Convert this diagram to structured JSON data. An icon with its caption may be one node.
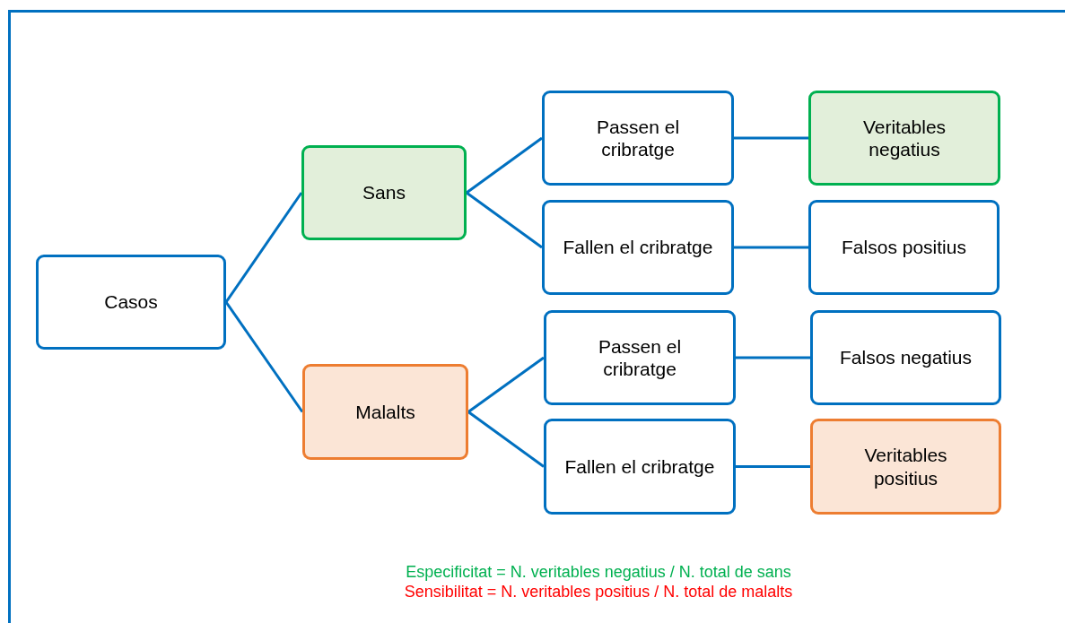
{
  "diagram": {
    "nodes": [
      {
        "text": [
          "Casos"
        ]
      },
      {
        "text": [
          "Sans"
        ]
      },
      {
        "text": [
          "Malalts"
        ]
      },
      {
        "text": [
          "Passen el cribratge"
        ]
      },
      {
        "text": [
          "Fallen el cribratge"
        ]
      },
      {
        "text": [
          "Passen el cribratge"
        ]
      },
      {
        "text": [
          "Fallen el cribratge"
        ]
      },
      {
        "text": [
          "Veritables negatius"
        ]
      },
      {
        "text": [
          "Falsos positius"
        ]
      },
      {
        "text": [
          "Falsos negatius"
        ]
      },
      {
        "text": [
          "Veritables positius"
        ]
      }
    ],
    "edges": [
      {
        "from": 0,
        "to": 1,
        "arrow": "none"
      },
      {
        "from": 0,
        "to": 2,
        "arrow": "none"
      },
      {
        "from": 1,
        "to": 3,
        "arrow": "none"
      },
      {
        "from": 1,
        "to": 4,
        "arrow": "none"
      },
      {
        "from": 2,
        "to": 5,
        "arrow": "none"
      },
      {
        "from": 2,
        "to": 6,
        "arrow": "none"
      },
      {
        "from": 3,
        "to": 7,
        "arrow": "none"
      },
      {
        "from": 4,
        "to": 8,
        "arrow": "none"
      },
      {
        "from": 5,
        "to": 9,
        "arrow": "none"
      },
      {
        "from": 6,
        "to": 10,
        "arrow": "none"
      }
    ],
    "labels": [
      "Especificitat = N. veritables negatius / N. total de sans",
      "Sensibilitat = N. veritables positius / N. total de malalts"
    ]
  }
}
